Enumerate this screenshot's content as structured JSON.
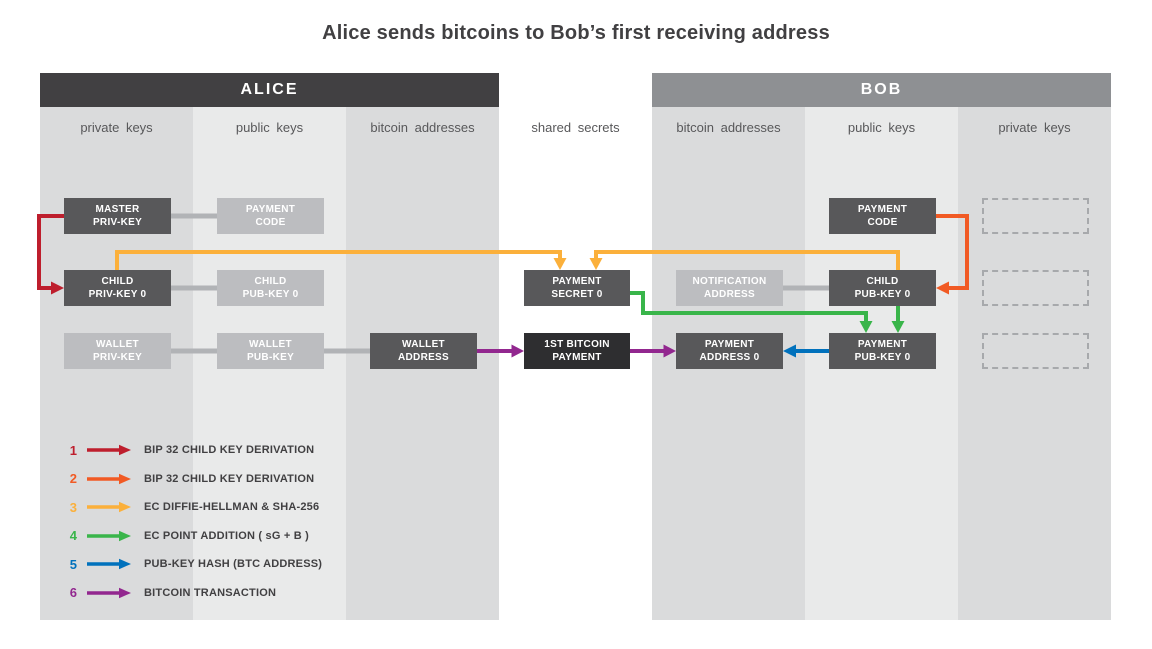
{
  "title": "Alice sends bitcoins to Bob’s first receiving address",
  "panels": {
    "alice": {
      "header": "ALICE",
      "columns": [
        "private keys",
        "public keys",
        "bitcoin addresses"
      ]
    },
    "shared": {
      "column": "shared secrets"
    },
    "bob": {
      "header": "BOB",
      "columns": [
        "bitcoin addresses",
        "public keys",
        "private keys"
      ]
    }
  },
  "boxes": {
    "master_priv_key": "MASTER\nPRIV-KEY",
    "alice_payment_code": "PAYMENT\nCODE",
    "child_priv_key_0": "CHILD\nPRIV-KEY 0",
    "alice_child_pub_key_0": "CHILD\nPUB-KEY 0",
    "wallet_priv_key": "WALLET\nPRIV-KEY",
    "wallet_pub_key": "WALLET\nPUB-KEY",
    "wallet_address": "WALLET\nADDRESS",
    "payment_secret_0": "PAYMENT\nSECRET 0",
    "first_bitcoin_payment": "1ST BITCOIN\nPAYMENT",
    "notification_address": "NOTIFICATION\nADDRESS",
    "bob_payment_code": "PAYMENT\nCODE",
    "bob_child_pub_key_0": "CHILD\nPUB-KEY 0",
    "payment_address_0": "PAYMENT\nADDRESS 0",
    "payment_pub_key_0": "PAYMENT\nPUB-KEY 0"
  },
  "colors": {
    "connector": "#b1b3b6"
  },
  "legend": {
    "items": [
      {
        "num": "1",
        "color": "#be1e2d",
        "label": "BIP 32 CHILD KEY DERIVATION"
      },
      {
        "num": "2",
        "color": "#f15a24",
        "label": "BIP 32 CHILD KEY DERIVATION"
      },
      {
        "num": "3",
        "color": "#fbb03b",
        "label": "EC DIFFIE-HELLMAN & SHA-256"
      },
      {
        "num": "4",
        "color": "#39b54a",
        "label": "EC POINT ADDITION ( sG + B )"
      },
      {
        "num": "5",
        "color": "#0071bc",
        "label": "PUB-KEY HASH (BTC ADDRESS)"
      },
      {
        "num": "6",
        "color": "#92278f",
        "label": "BITCOIN TRANSACTION"
      }
    ]
  }
}
